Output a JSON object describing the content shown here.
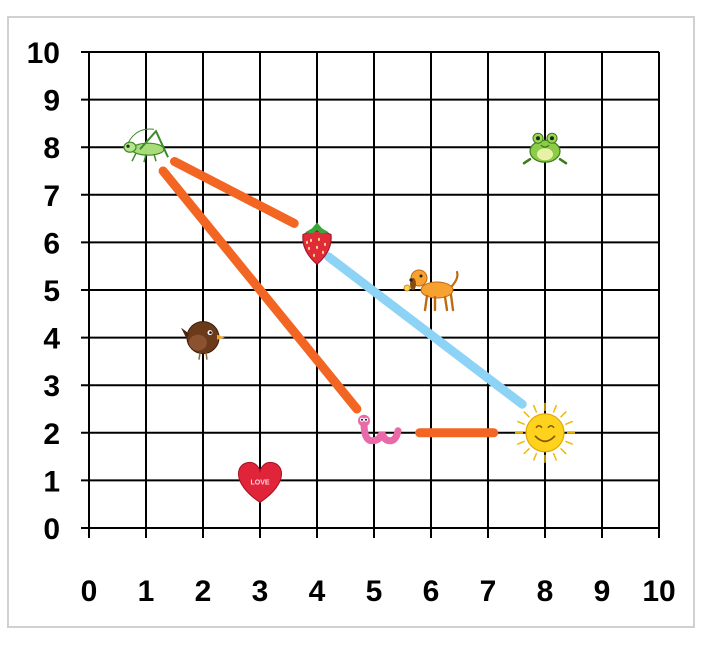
{
  "chart_data": {
    "type": "scatter",
    "xlim": [
      0,
      10
    ],
    "ylim": [
      0,
      10
    ],
    "grid": true,
    "x_ticks": [
      "0",
      "1",
      "2",
      "3",
      "4",
      "5",
      "6",
      "7",
      "8",
      "9",
      "10"
    ],
    "y_ticks": [
      "0",
      "1",
      "2",
      "3",
      "4",
      "5",
      "6",
      "7",
      "8",
      "9",
      "10"
    ],
    "points": [
      {
        "icon": "grasshopper-icon",
        "x": 1,
        "y": 8
      },
      {
        "icon": "frog-icon",
        "x": 8,
        "y": 8
      },
      {
        "icon": "strawberry-icon",
        "x": 4,
        "y": 6
      },
      {
        "icon": "dog-icon",
        "x": 6,
        "y": 5
      },
      {
        "icon": "bird-icon",
        "x": 2,
        "y": 4
      },
      {
        "icon": "worm-icon",
        "x": 5,
        "y": 2
      },
      {
        "icon": "sun-icon",
        "x": 8,
        "y": 2
      },
      {
        "icon": "heart-icon",
        "x": 3,
        "y": 1,
        "label": "LOVE"
      }
    ],
    "paths": [
      {
        "color": "#f26522",
        "points": [
          [
            1.5,
            7.7
          ],
          [
            3.6,
            6.4
          ]
        ]
      },
      {
        "color": "#f26522",
        "points": [
          [
            1.3,
            7.5
          ],
          [
            4.7,
            2.5
          ]
        ]
      },
      {
        "color": "#8dd3f5",
        "points": [
          [
            4.2,
            5.7
          ],
          [
            7.6,
            2.6
          ]
        ]
      },
      {
        "color": "#f26522",
        "points": [
          [
            5.8,
            2.0
          ],
          [
            7.1,
            2.0
          ]
        ]
      }
    ]
  }
}
